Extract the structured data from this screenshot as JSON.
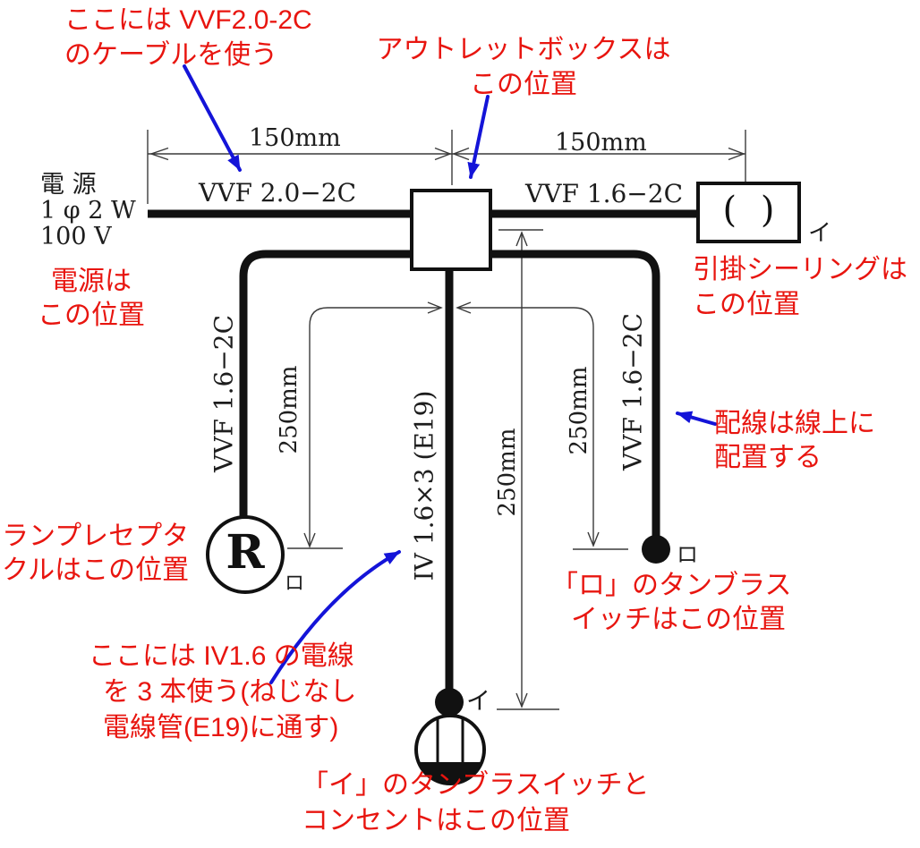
{
  "colors": {
    "red": "#e8150f",
    "blue": "#1414d8",
    "ink": "#111111",
    "dim": "#3a3a3a"
  },
  "annotations": {
    "cable_vvf20": {
      "line1": "ここには VVF2.0-2C",
      "line2": "のケーブルを使う"
    },
    "outlet_box": {
      "line1": "アウトレットボックスは",
      "line2": "この位置"
    },
    "power": {
      "line1": "電源は",
      "line2": "この位置"
    },
    "ceiling": {
      "line1": "引掛シーリングは",
      "line2": "この位置"
    },
    "receptacle": {
      "line1": "ランプレセプタ",
      "line2": "クルはこの位置"
    },
    "switch_ro": {
      "line1": "「ロ」のタンブラス",
      "line2": "イッチはこの位置"
    },
    "wiring": {
      "line1": "配線は線上に",
      "line2": "配置する"
    },
    "iv_wire": {
      "line1": "ここには IV1.6 の電線",
      "line2": "を 3 本使う(ねじなし",
      "line3": "電線管(E19)に通す)"
    },
    "switch_i": {
      "line1": "「イ」のタンブラスイッチと",
      "line2": "コンセントはこの位置"
    }
  },
  "source": {
    "line1": "電 源",
    "line2": "1 φ 2 W",
    "line3": "100 V"
  },
  "dimensions": {
    "top_left": "150mm",
    "top_right": "150mm",
    "left": "250mm",
    "center": "250mm",
    "right": "250mm"
  },
  "cables": {
    "top_left": "VVF 2.0−2C",
    "top_right": "VVF 1.6−2C",
    "left": "VVF 1.6−2C",
    "right": "VVF 1.6−2C",
    "conduit": "IV 1.6×3 (E19)"
  },
  "devices": {
    "rosette_glyph": "( )",
    "receptacle_letter": "R",
    "tag_rosette": "イ",
    "tag_receptacle": "ロ",
    "tag_switch_ro": "ロ",
    "tag_switch_i": "イ"
  }
}
